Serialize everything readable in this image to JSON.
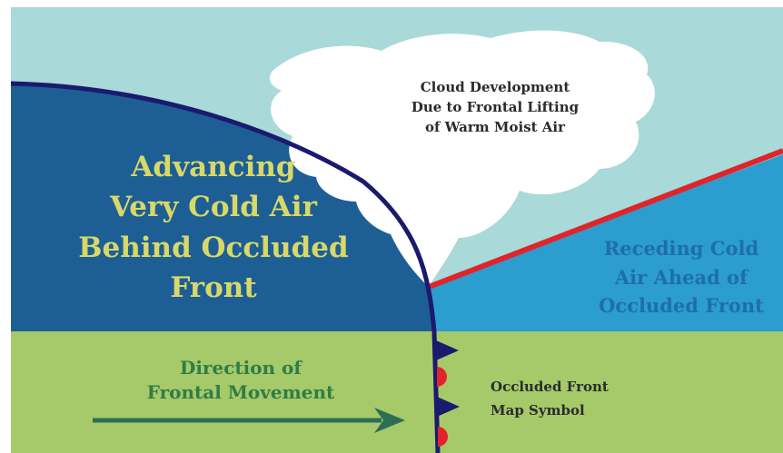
{
  "cloud_label": [
    "Cloud Development",
    "Due to Frontal Lifting",
    "of Warm Moist Air"
  ],
  "cold_air_label": [
    "Advancing",
    "Very Cold Air",
    "Behind Occluded",
    "Front"
  ],
  "receding_label": [
    "Receding Cold",
    "Air Ahead of",
    "Occluded Front"
  ],
  "direction_label": [
    "Direction of",
    "Frontal Movement"
  ],
  "symbol_label": [
    "Occluded Front",
    "Map Symbol"
  ],
  "colors": {
    "sky": "#a9d9d8",
    "cold_air": "#1d5f95",
    "receding_air": "#2b9dcf",
    "ground": "#a6c96a",
    "front_line": "#1a1a6e",
    "warm_boundary": "#e0242c",
    "arrow": "#2c6e55"
  }
}
